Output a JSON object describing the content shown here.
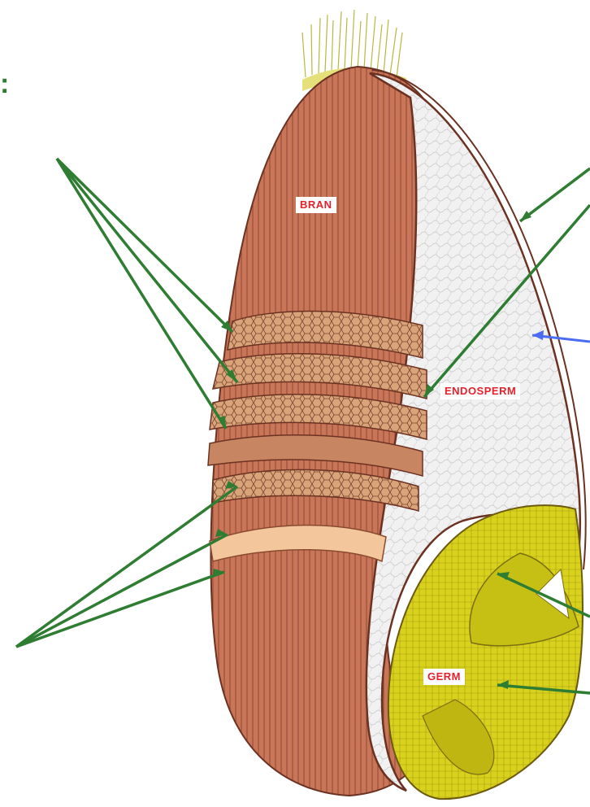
{
  "page": {
    "colon_mark": ":"
  },
  "labels": {
    "bran": "BRAN",
    "endosperm": "ENDOSPERM",
    "germ": "GERM"
  },
  "colors": {
    "pointer_green": "#2e7d32",
    "pointer_blue": "#4a6cf0",
    "label_red": "#e8202a",
    "bran_brown": "#c8745a",
    "endosperm_white": "#eeeeee",
    "germ_yellow": "#d8d21a"
  }
}
